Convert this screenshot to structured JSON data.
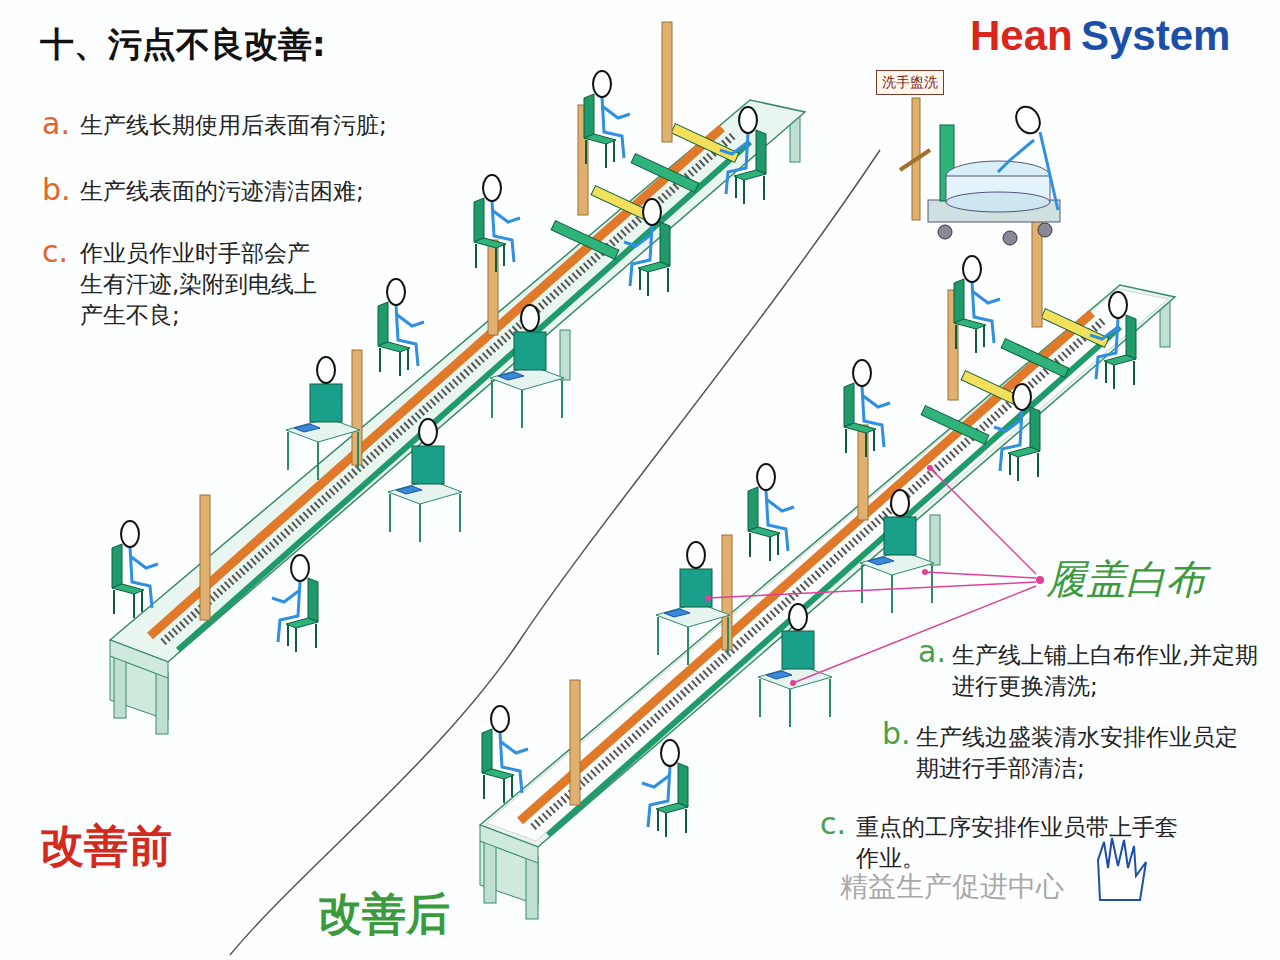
{
  "diagram": {
    "title": "十、污点不良改善:",
    "nodes": [
      {
        "text": [
          "洗手盥洗"
        ]
      }
    ],
    "labels": [
      "Hean",
      "System",
      "a.",
      "生产线长期使用后表面有污脏;",
      "b.",
      "生产线表面的污迹清洁困难;",
      "c.",
      "作业员作业时手部会产生有汗迹,染附到电线上产生不良;",
      "改善前",
      "改善后",
      "履盖白布",
      "a.",
      "生产线上铺上白布作业,并定期进行更换清洗;",
      "b.",
      "生产线边盛装清水安排作业员定期进行手部清洁;",
      "c.",
      "重点的工序安排作业员带上手套作业。",
      "精益生产促进中心"
    ]
  }
}
